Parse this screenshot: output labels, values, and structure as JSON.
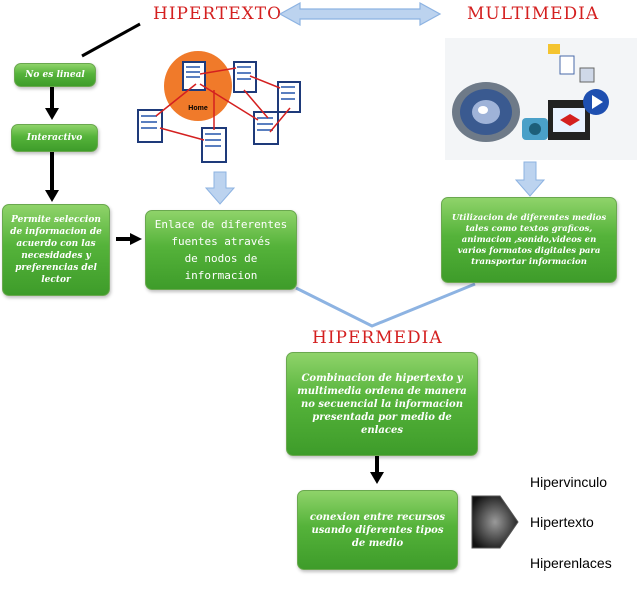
{
  "titles": {
    "hipertexto": "HIPERTEXTO",
    "multimedia": "MULTIMEDIA",
    "hipermedia": "HIPERMEDIA"
  },
  "left_chain": {
    "no_lineal": "No es lineal",
    "interactivo": "Interactivo",
    "permite": "Permite seleccion de informacion de acuerdo con las necesidades y preferencias del lector"
  },
  "hipertexto_box": {
    "line1": "Enlace de diferentes",
    "line2": "fuentes através",
    "line3": "de nodos de informacion"
  },
  "diagram_label": "Home",
  "multimedia_box": "Utilizacion de diferentes  medios tales como textos graficos, animacion ,sonido,videos en varios formatos digitales para transportar informacion",
  "hipermedia_box": "Combinacion  de hipertexto y multimedia ordena de manera no secuencial la informacion presentada por medio de enlaces",
  "conexion_box": "conexion entre recursos usando  diferentes tipos de medio",
  "list": [
    "Hipervinculo",
    "Hipertexto",
    "Hiperenlaces"
  ],
  "colors": {
    "title_red": "#d42020",
    "box_green": "#55b33a",
    "arrow_blue": "#8db3e2"
  }
}
